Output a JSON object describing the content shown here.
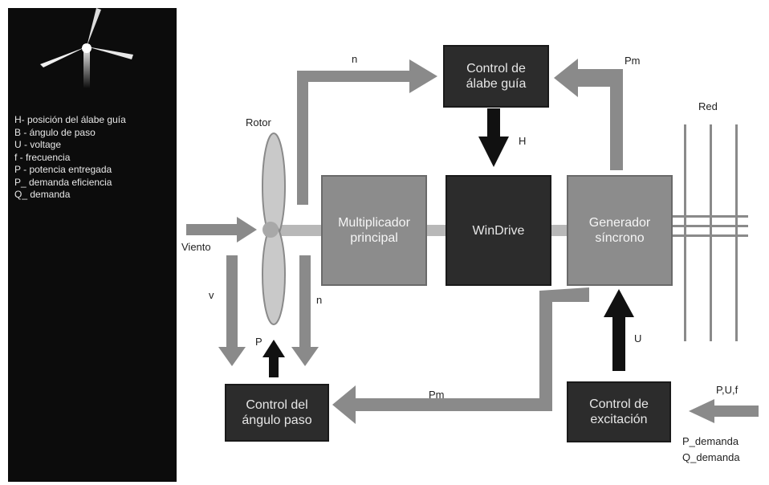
{
  "legend": {
    "items": [
      "H- posición del álabe guía",
      "B - ángulo de paso",
      "U - voltage",
      "f - frecuencia",
      "P - potencia entregada",
      "P_ demanda eficiencia",
      "Q_ demanda"
    ]
  },
  "blocks": {
    "control_alabe_guia": "Control de\nálabe guía",
    "multiplicador": "Multiplicador\nprincipal",
    "windrive": "WinDrive",
    "generador": "Generador\nsíncrono",
    "control_angulo_paso": "Control del\nángulo paso",
    "control_excitacion": "Control de\nexcitación"
  },
  "labels": {
    "rotor": "Rotor",
    "red": "Red",
    "viento": "Viento",
    "n_top": "n",
    "pm_top": "Pm",
    "h": "H",
    "v": "v",
    "n_right": "n",
    "p": "P",
    "u": "U",
    "pm_bottom": "Pm",
    "puf": "P,U,f",
    "p_demanda": "P_demanda",
    "q_demanda": "Q_demanda"
  },
  "colors": {
    "arrow_gray": "#8a8a8a",
    "arrow_black": "#111111",
    "box_dark": "#2c2c2c",
    "box_gray": "#8c8c8c",
    "panel": "#0c0c0c"
  }
}
